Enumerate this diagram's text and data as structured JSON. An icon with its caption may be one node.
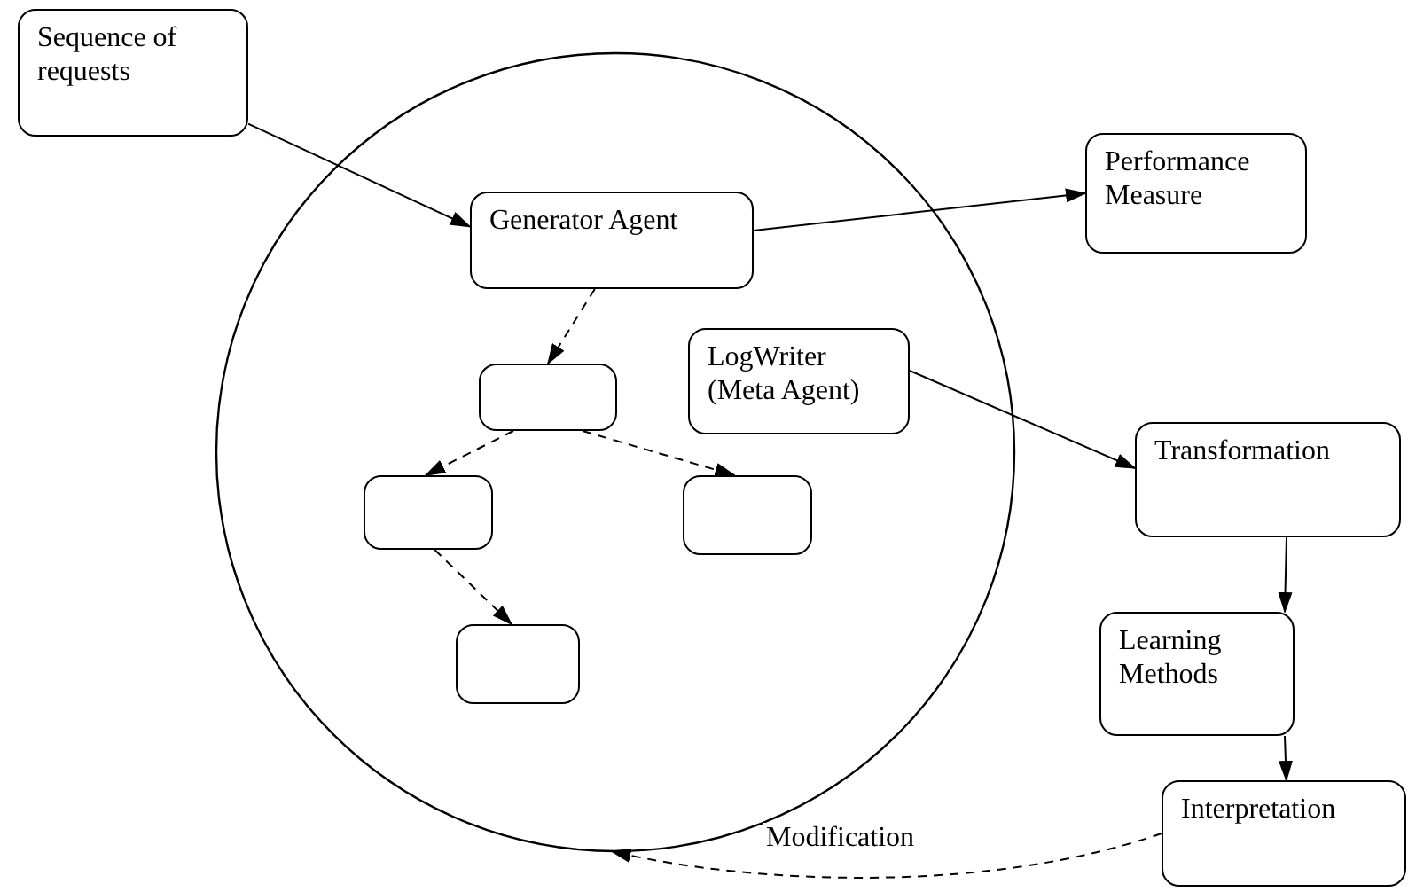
{
  "diagram": {
    "nodes": [
      {
        "text": [
          "Sequence of requests"
        ]
      },
      {
        "text": [],
        "shape": "circle"
      },
      {
        "text": [
          "Generator Agent"
        ],
        "in": 1
      },
      {
        "text": [],
        "shape": "box",
        "in": 1
      },
      {
        "text": [],
        "shape": "box",
        "in": 1
      },
      {
        "text": [],
        "shape": "box",
        "in": 1
      },
      {
        "text": [],
        "shape": "box",
        "in": 1
      },
      {
        "text": [
          "LogWriter (Meta Agent)"
        ],
        "in": 1
      },
      {
        "text": [
          "Performance Measure"
        ]
      },
      {
        "text": [
          "Transformation"
        ]
      },
      {
        "text": [
          "Learning Methods"
        ]
      },
      {
        "text": [
          "Interpretation"
        ]
      }
    ],
    "edges": [
      {
        "from": 0,
        "to": 2,
        "arrow": "to"
      },
      {
        "from": 2,
        "to": 8,
        "arrow": "to"
      },
      {
        "from": 2,
        "to": 3,
        "arrow": "to",
        "style": "dashed"
      },
      {
        "from": 3,
        "to": 4,
        "arrow": "to",
        "style": "dashed"
      },
      {
        "from": 3,
        "to": 5,
        "arrow": "to",
        "style": "dashed"
      },
      {
        "from": 4,
        "to": 6,
        "arrow": "to",
        "style": "dashed"
      },
      {
        "from": 7,
        "to": 9,
        "arrow": "to"
      },
      {
        "from": 9,
        "to": 10,
        "arrow": "to"
      },
      {
        "from": 10,
        "to": 11,
        "arrow": "to"
      },
      {
        "from": 11,
        "to": 1,
        "arrow": "to",
        "style": "dashed",
        "label": "Modification"
      }
    ]
  }
}
